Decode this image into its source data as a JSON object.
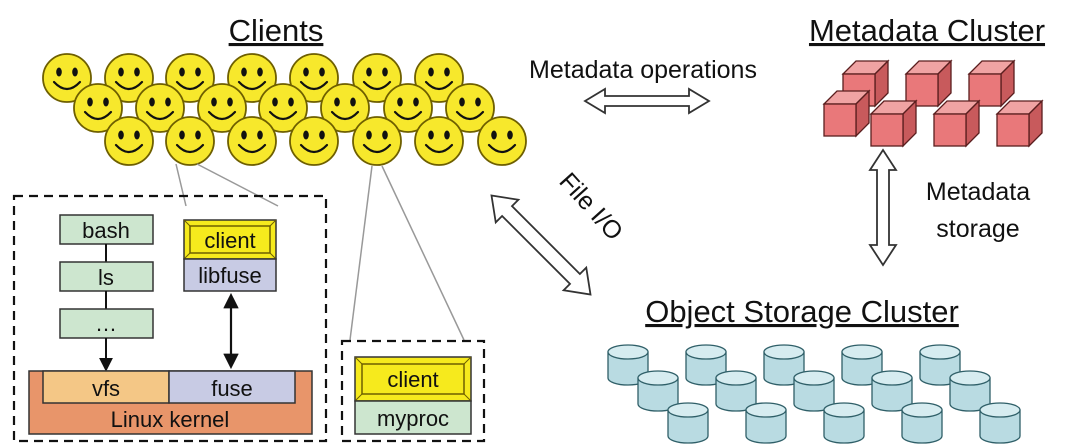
{
  "clients": {
    "title": "Clients"
  },
  "metadata_cluster": {
    "title": "Metadata Cluster"
  },
  "object_storage_cluster": {
    "title": "Object Storage Cluster"
  },
  "arrows": {
    "metadata_operations": "Metadata operations",
    "file_io": "File I/O",
    "metadata_storage_line1": "Metadata",
    "metadata_storage_line2": "storage"
  },
  "client_host_1": {
    "stack": [
      "bash",
      "ls",
      "…"
    ],
    "client": "client",
    "libfuse": "libfuse",
    "vfs": "vfs",
    "fuse": "fuse",
    "kernel": "Linux kernel"
  },
  "client_host_2": {
    "client": "client",
    "process": "myproc"
  },
  "colors": {
    "smiley": "#f7e82c",
    "smiley_outline": "#6e5f00",
    "mds_cube": "#e9787a",
    "osd_disk": "#b9dbe2",
    "app_box": "#cde6cf",
    "client_box": "#f6ea1d",
    "libfuse_box": "#c8cbe4",
    "vfs_box": "#f4c786",
    "fuse_box": "#c8cbe4",
    "kernel_box": "#e8956a"
  },
  "icons": {
    "client": "smiley-face-icon",
    "metadata_server": "cube-icon",
    "storage_device": "disk-cylinder-icon"
  }
}
